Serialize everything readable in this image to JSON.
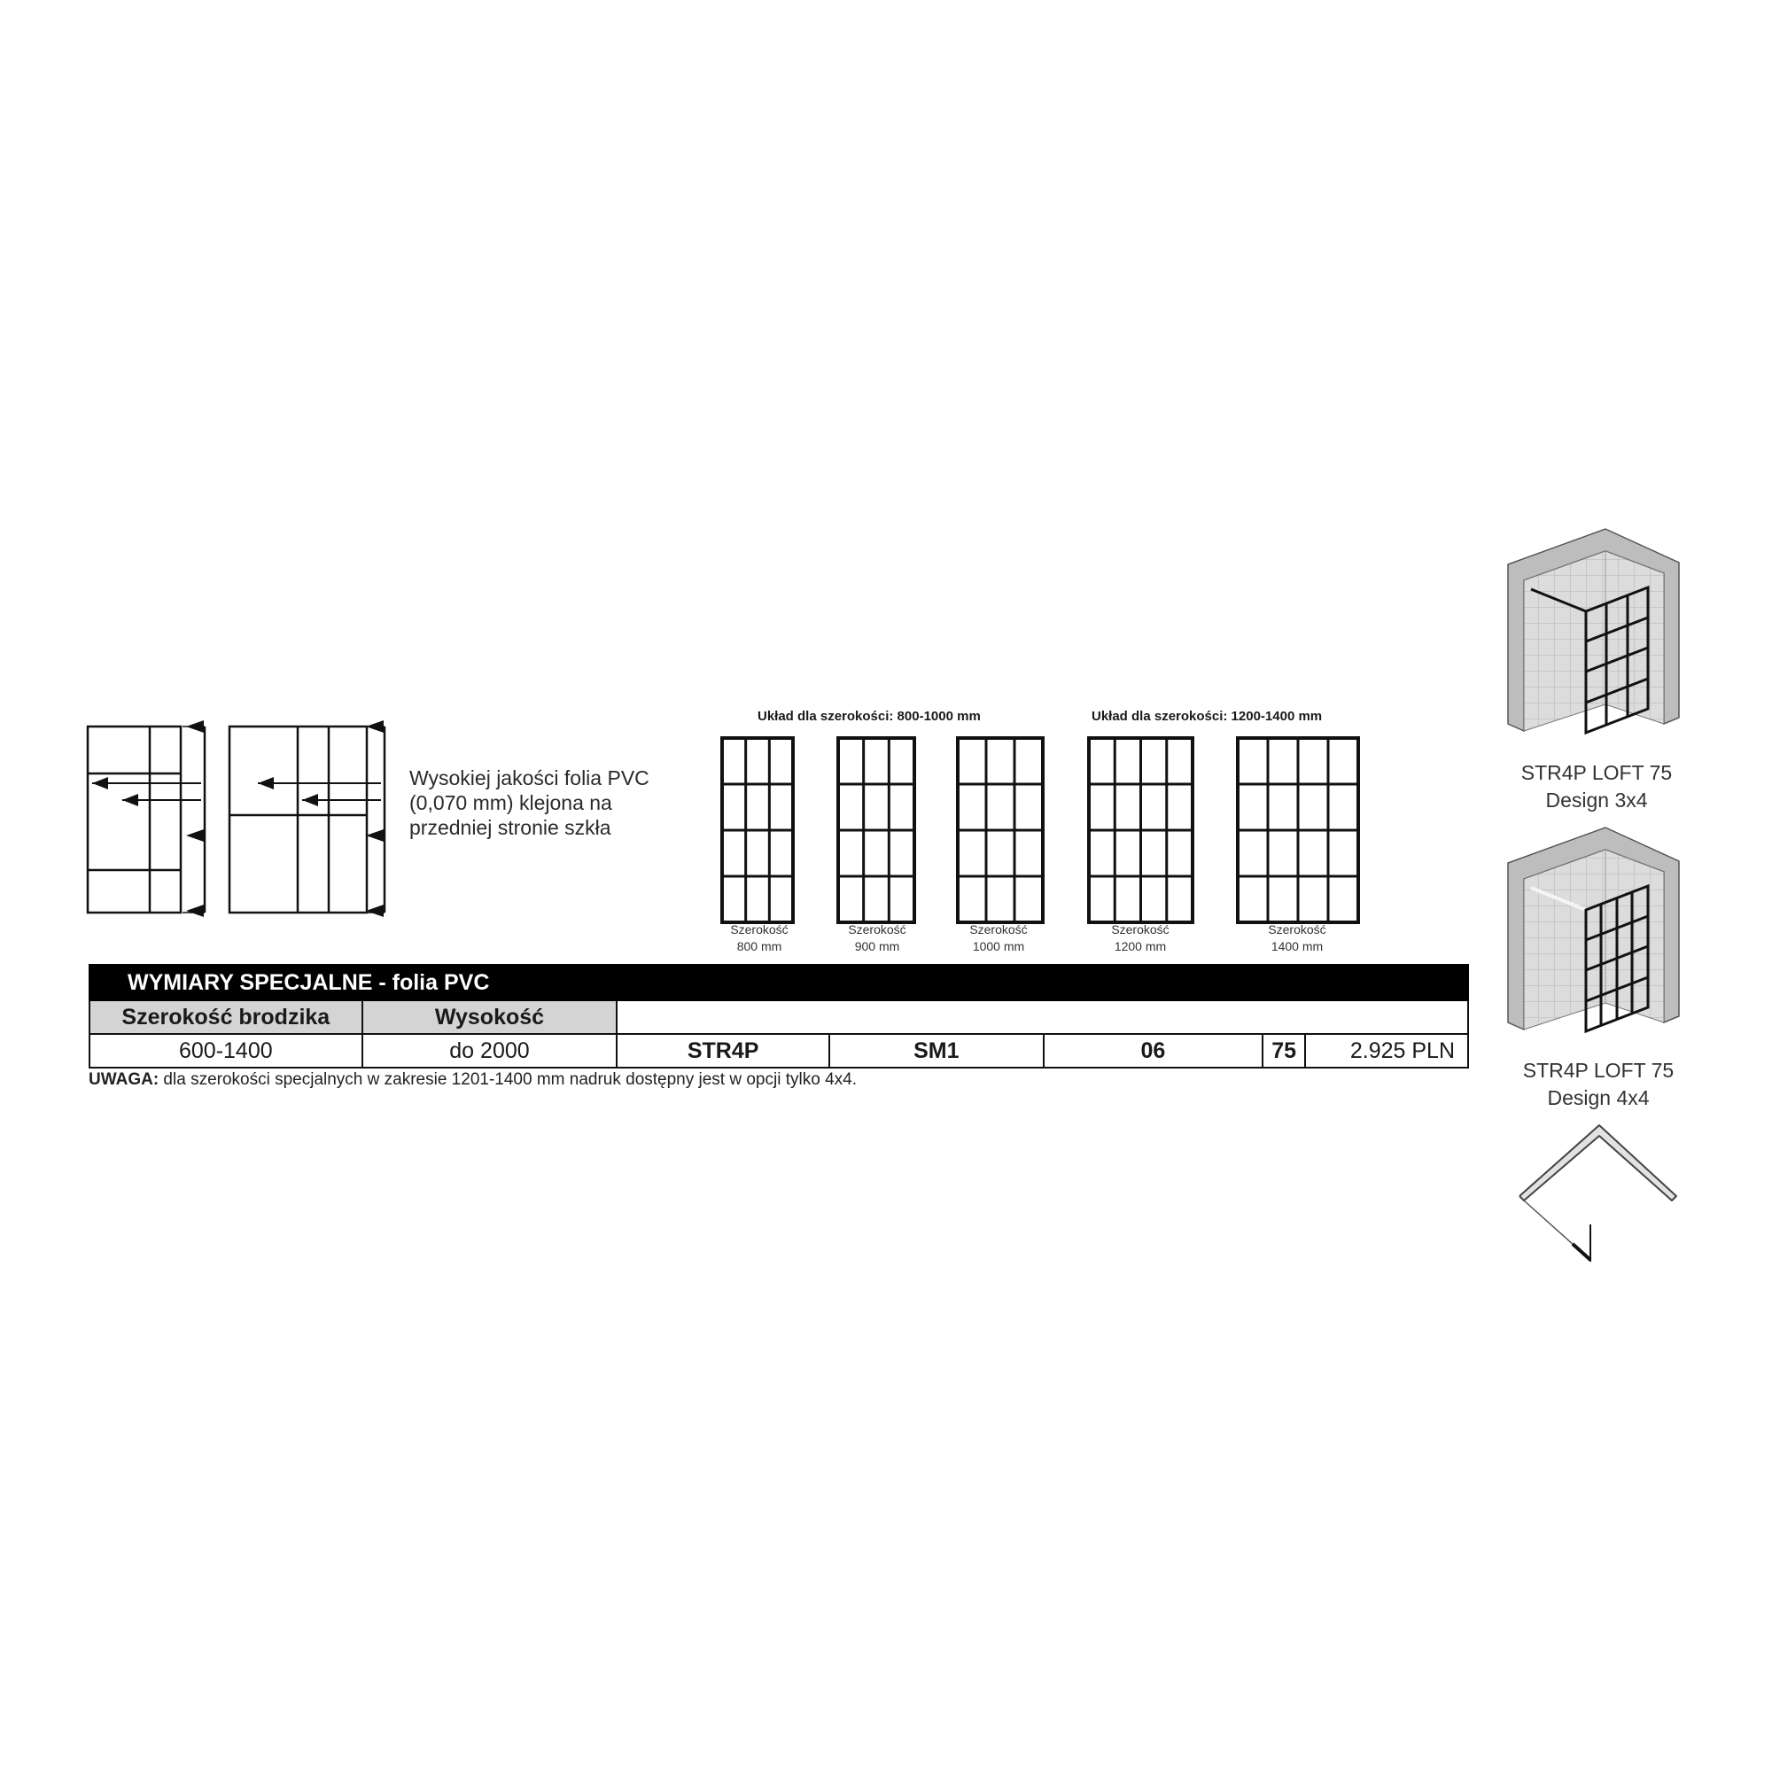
{
  "description": {
    "line1": "Wysokiej jakości folia PVC",
    "line2": "(0,070 mm) klejona na",
    "line3": "przedniej stronie szkła"
  },
  "layouts": {
    "title_small": "Układ dla szerokości: 800-1000 mm",
    "title_large": "Układ dla szerokości: 1200-1400 mm",
    "panels": [
      {
        "label1": "Szerokość",
        "label2": "800 mm",
        "cols": 3,
        "rows": 4
      },
      {
        "label1": "Szerokość",
        "label2": "900 mm",
        "cols": 3,
        "rows": 4
      },
      {
        "label1": "Szerokość",
        "label2": "1000 mm",
        "cols": 3,
        "rows": 4
      },
      {
        "label1": "Szerokość",
        "label2": "1200 mm",
        "cols": 4,
        "rows": 4
      },
      {
        "label1": "Szerokość",
        "label2": "1400 mm",
        "cols": 4,
        "rows": 4
      }
    ]
  },
  "table": {
    "title": "WYMIARY SPECJALNE  - folia PVC",
    "headers": [
      "Szerokość brodzika",
      "Wysokość"
    ],
    "row": {
      "width": "600-1400",
      "height": "do 2000",
      "model": "STR4P",
      "code": "SM1",
      "variant": "06",
      "series": "75",
      "price": "2.925 PLN"
    }
  },
  "note": {
    "label": "UWAGA:",
    "text": " dla szerokości specjalnych w zakresie 1201-1400 mm nadruk dostępny jest w opcji tylko 4x4."
  },
  "products": [
    {
      "name": "STR4P LOFT 75",
      "design": "Design 3x4"
    },
    {
      "name": "STR4P LOFT 75",
      "design": "Design 4x4"
    }
  ],
  "colors": {
    "frame": "#111111",
    "header_bg": "#000000",
    "header_fill": "#d4d4d4",
    "tile": "#c8c8c8"
  }
}
